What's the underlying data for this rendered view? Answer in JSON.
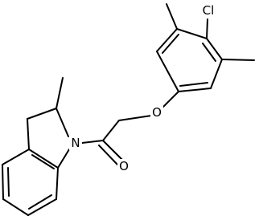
{
  "molecule": {
    "atoms": {
      "cl": "Cl",
      "o": "O",
      "n": "N",
      "carbonyl_o": "O"
    }
  }
}
